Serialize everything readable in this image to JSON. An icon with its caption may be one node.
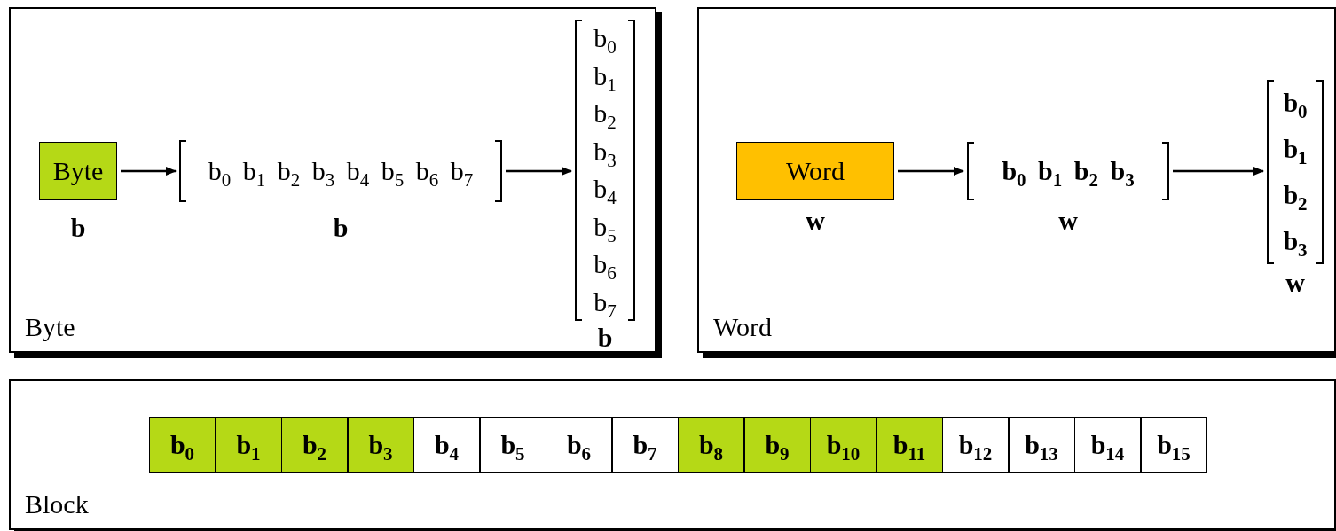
{
  "diagram": {
    "nodes": [
      {
        "text": [
          "Byte"
        ]
      },
      {
        "text": [
          "Byte"
        ],
        "in": 0,
        "beside": [
          "b"
        ]
      },
      {
        "text": [
          "b$_{0}$ b$_{1}$ b$_{2}$ b$_{3}$ b$_{4}$ b$_{5}$ b$_{6}$ b$_{7}$"
        ],
        "in": 0,
        "beside": [
          "b"
        ]
      },
      {
        "text": [
          "b$_{0}$",
          "b$_{1}$",
          "b$_{2}$",
          "b$_{3}$",
          "b$_{4}$",
          "b$_{5}$",
          "b$_{6}$",
          "b$_{7}$"
        ],
        "in": 0,
        "beside": [
          "b"
        ]
      },
      {
        "text": [
          "Word"
        ]
      },
      {
        "text": [
          "Word"
        ],
        "in": 4,
        "beside": [
          "w"
        ]
      },
      {
        "text": [
          "b$_{0}$ b$_{1}$ b$_{2}$ b$_{3}$"
        ],
        "in": 4,
        "beside": [
          "w"
        ]
      },
      {
        "text": [
          "b$_{0}$",
          "b$_{1}$",
          "b$_{2}$",
          "b$_{3}$"
        ],
        "in": 4,
        "beside": [
          "w"
        ]
      },
      {
        "text": [
          "Block"
        ]
      },
      {
        "text": [
          "b$_{0}$"
        ],
        "in": 8
      },
      {
        "text": [
          "b$_{1}$"
        ],
        "in": 8
      },
      {
        "text": [
          "b$_{2}$"
        ],
        "in": 8
      },
      {
        "text": [
          "b$_{3}$"
        ],
        "in": 8
      },
      {
        "text": [
          "b$_{4}$"
        ],
        "in": 8
      },
      {
        "text": [
          "b$_{5}$"
        ],
        "in": 8
      },
      {
        "text": [
          "b$_{6}$"
        ],
        "in": 8
      },
      {
        "text": [
          "b$_{7}$"
        ],
        "in": 8
      },
      {
        "text": [
          "b$_{8}$"
        ],
        "in": 8
      },
      {
        "text": [
          "b$_{9}$"
        ],
        "in": 8
      },
      {
        "text": [
          "b$_{10}$"
        ],
        "in": 8
      },
      {
        "text": [
          "b$_{11}$"
        ],
        "in": 8
      },
      {
        "text": [
          "b$_{12}$"
        ],
        "in": 8
      },
      {
        "text": [
          "b$_{13}$"
        ],
        "in": 8
      },
      {
        "text": [
          "b$_{14}$"
        ],
        "in": 8
      },
      {
        "text": [
          "b$_{15}$"
        ],
        "in": 8
      }
    ],
    "edges": [
      {
        "from": 1,
        "to": 2,
        "arrow": "to"
      },
      {
        "from": 2,
        "to": 3,
        "arrow": "to"
      },
      {
        "from": 5,
        "to": 6,
        "arrow": "to"
      },
      {
        "from": 6,
        "to": 7,
        "arrow": "to"
      }
    ]
  }
}
